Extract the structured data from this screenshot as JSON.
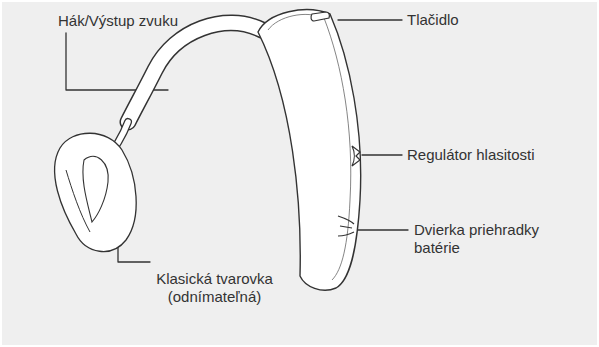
{
  "diagram": {
    "labels": [
      "Hák/Výstup zvuku",
      "Tlačidlo",
      "Regulátor hlasitosti",
      "Dvierka priehradky batérie",
      "Klasická tvarovka (odnímateľná)"
    ]
  }
}
